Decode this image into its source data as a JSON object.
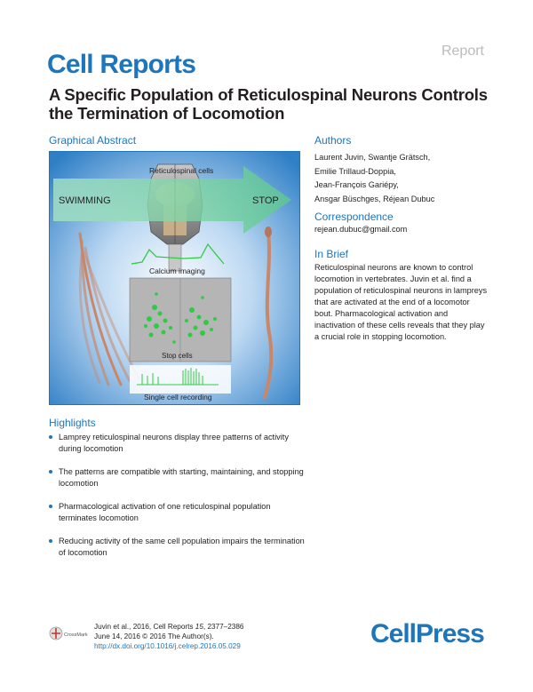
{
  "header": {
    "journal": "Cell Reports",
    "article_type": "Report",
    "title": "A Specific Population of Reticulospinal Neurons Controls the Termination of Locomotion"
  },
  "graphical_abstract": {
    "heading": "Graphical Abstract",
    "labels": {
      "swimming": "SWIMMING",
      "stop": "STOP",
      "reticulospinal_cells": "Reticulospinal cells",
      "calcium_imaging": "Calcium imaging",
      "stop_cells": "Stop cells",
      "single_cell_recording": "Single cell recording"
    }
  },
  "authors": {
    "heading": "Authors",
    "lines": [
      "Laurent Juvin, Swantje Grätsch,",
      "Emilie Trillaud-Doppia,",
      "Jean-François Gariépy,",
      "Ansgar Büschges, Réjean Dubuc"
    ]
  },
  "correspondence": {
    "heading": "Correspondence",
    "email": "rejean.dubuc@gmail.com"
  },
  "in_brief": {
    "heading": "In Brief",
    "text": "Reticulospinal neurons are known to control locomotion in vertebrates. Juvin et al. find a population of reticulospinal neurons in lampreys that are activated at the end of a locomotor bout. Pharmacological activation and inactivation of these cells reveals that they play a crucial role in stopping locomotion."
  },
  "highlights": {
    "heading": "Highlights",
    "items": [
      "Lamprey reticulospinal neurons display three patterns of activity during locomotion",
      "The patterns are compatible with starting, maintaining, and stopping locomotion",
      "Pharmacological activation of one reticulospinal population terminates locomotion",
      "Reducing activity of the same cell population impairs the termination of locomotion"
    ]
  },
  "footer": {
    "citation_authors": "Juvin et al., 2016, Cell Reports ",
    "citation_volume": "15",
    "citation_pages": ", 2377–2386",
    "date_line": "June 14, 2016 © 2016 The Author(s).",
    "doi": "http://dx.doi.org/10.1016/j.celrep.2016.05.029",
    "crossmark": "CrossMark",
    "publisher_logo": "CellPress"
  },
  "colors": {
    "brand_blue": "#1d75bb",
    "ga_background": "#2f7fc6",
    "arrow_green": "#7ed3a3",
    "trace_green": "#2ecc40",
    "lamprey": "#c9876a"
  }
}
